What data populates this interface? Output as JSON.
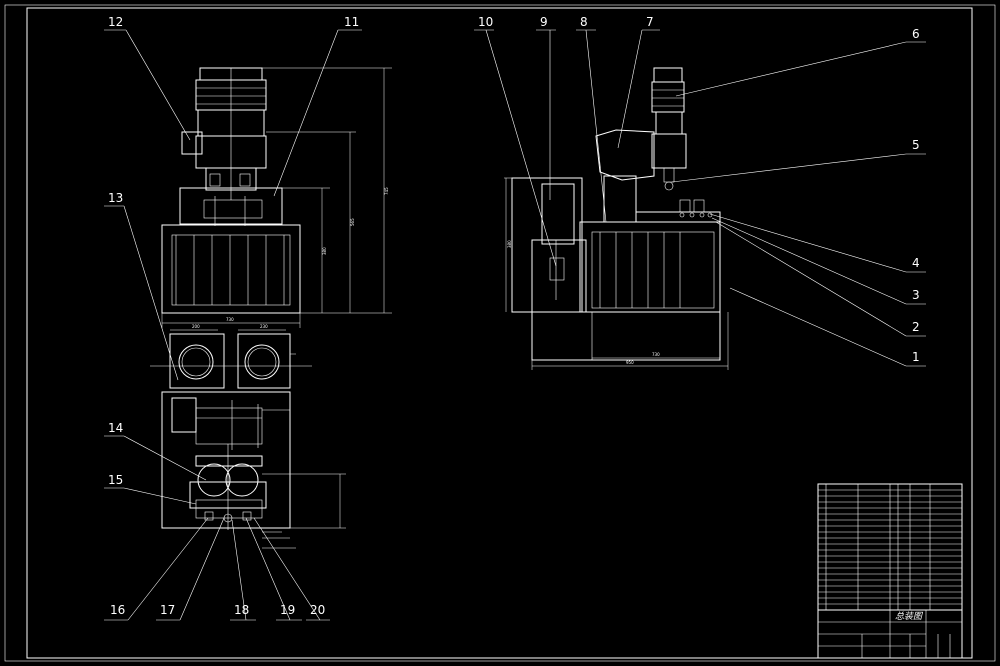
{
  "colors": {
    "background": "#000000",
    "line": "#ffffff"
  },
  "callouts": [
    {
      "id": "1",
      "label": "1"
    },
    {
      "id": "2",
      "label": "2"
    },
    {
      "id": "3",
      "label": "3"
    },
    {
      "id": "4",
      "label": "4"
    },
    {
      "id": "5",
      "label": "5"
    },
    {
      "id": "6",
      "label": "6"
    },
    {
      "id": "7",
      "label": "7"
    },
    {
      "id": "8",
      "label": "8"
    },
    {
      "id": "9",
      "label": "9"
    },
    {
      "id": "10",
      "label": "10"
    },
    {
      "id": "11",
      "label": "11"
    },
    {
      "id": "12",
      "label": "12"
    },
    {
      "id": "13",
      "label": "13"
    },
    {
      "id": "14",
      "label": "14"
    },
    {
      "id": "15",
      "label": "15"
    },
    {
      "id": "16",
      "label": "16"
    },
    {
      "id": "17",
      "label": "17"
    },
    {
      "id": "18",
      "label": "18"
    },
    {
      "id": "19",
      "label": "19"
    },
    {
      "id": "20",
      "label": "20"
    }
  ],
  "dimensions": {
    "front_height_total": "745",
    "front_height_mid": "565",
    "front_height_low": "380",
    "front_width_top": "730",
    "front_width_a": "200",
    "front_width_b": "230",
    "side_height": "380",
    "side_width_total": "950",
    "side_width_body": "730"
  },
  "title_block": {
    "drawing_title": "总装图"
  }
}
